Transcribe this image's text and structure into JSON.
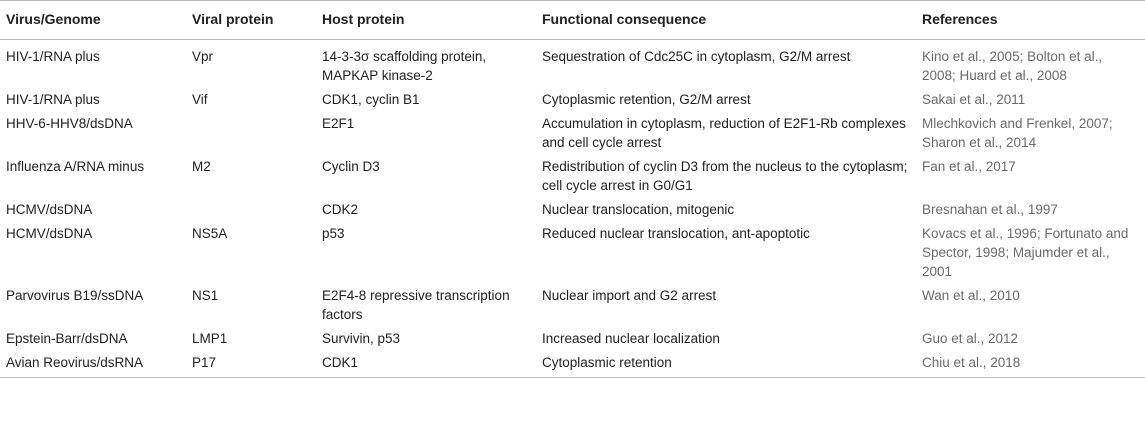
{
  "table": {
    "headers": [
      "Virus/Genome",
      "Viral protein",
      "Host protein",
      "Functional consequence",
      "References"
    ],
    "rows": [
      [
        "HIV-1/RNA plus",
        "Vpr",
        "14-3-3σ scaffolding protein, MAPKAP kinase-2",
        "Sequestration of Cdc25C in cytoplasm, G2/M arrest",
        "Kino et al., 2005; Bolton et al., 2008; Huard et al., 2008"
      ],
      [
        "HIV-1/RNA plus",
        "Vif",
        "CDK1, cyclin B1",
        "Cytoplasmic retention, G2/M arrest",
        "Sakai et al., 2011"
      ],
      [
        "HHV-6-HHV8/dsDNA",
        "",
        "E2F1",
        "Accumulation in cytoplasm, reduction of E2F1-Rb complexes and cell cycle arrest",
        "Mlechkovich and Frenkel, 2007; Sharon et al., 2014"
      ],
      [
        "Influenza A/RNA minus",
        "M2",
        "Cyclin D3",
        "Redistribution of cyclin D3 from the nucleus to the cytoplasm; cell cycle arrest in G0/G1",
        "Fan et al., 2017"
      ],
      [
        "HCMV/dsDNA",
        "",
        "CDK2",
        "Nuclear translocation, mitogenic",
        "Bresnahan et al., 1997"
      ],
      [
        "HCMV/dsDNA",
        "NS5A",
        "p53",
        "Reduced nuclear translocation, ant-apoptotic",
        "Kovacs et al., 1996; Fortunato and Spector, 1998; Majumder et al., 2001"
      ],
      [
        "Parvovirus B19/ssDNA",
        "NS1",
        "E2F4-8 repressive transcription factors",
        "Nuclear import and G2 arrest",
        "Wan et al., 2010"
      ],
      [
        "Epstein-Barr/dsDNA",
        "LMP1",
        "Survivin, p53",
        "Increased nuclear localization",
        "Guo et al., 2012"
      ],
      [
        "Avian Reovirus/dsRNA",
        "P17",
        "CDK1",
        "Cytoplasmic retention",
        "Chiu et al., 2018"
      ]
    ]
  }
}
